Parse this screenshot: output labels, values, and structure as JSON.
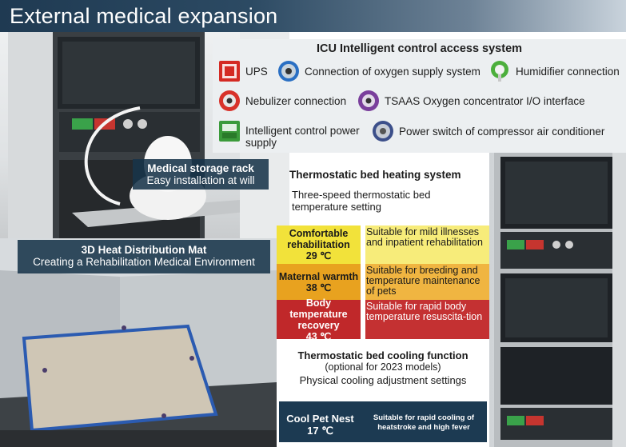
{
  "title": "External medical expansion",
  "icu": {
    "title": "ICU Intelligent control access system",
    "items": [
      {
        "icon": "ups-icon",
        "label": "UPS"
      },
      {
        "icon": "oxygen-supply-icon",
        "label": "Connection of oxygen supply system"
      },
      {
        "icon": "humidifier-icon",
        "label": "Humidifier connection"
      },
      {
        "icon": "nebulizer-icon",
        "label": "Nebulizer connection"
      },
      {
        "icon": "tsaas-icon",
        "label": "TSAAS Oxygen concentrator I/O interface"
      },
      {
        "icon": "power-supply-icon",
        "label": "Intelligent control power supply"
      },
      {
        "icon": "compressor-switch-icon",
        "label": "Power switch of compressor air conditioner"
      }
    ]
  },
  "storage": {
    "title": "Medical storage rack",
    "subtitle": "Easy installation at will"
  },
  "heat_mat": {
    "title": "3D Heat Distribution Mat",
    "subtitle": "Creating a Rehabilitation Medical Environment"
  },
  "heating": {
    "title": "Thermostatic bed heating system",
    "subtitle": "Three-speed thermostatic bed temperature setting",
    "rows": [
      {
        "name": "Comfortable rehabilitation",
        "temp": "29 ℃",
        "desc": "Suitable for mild illnesses and inpatient rehabilitation",
        "name_color": "#f2e23a",
        "desc_color": "#f7ec7a",
        "text_color": "#1a1a1a"
      },
      {
        "name": "Maternal warmth",
        "temp": "38 ℃",
        "desc": "Suitable for breeding and temperature maintenance of pets",
        "name_color": "#e8a21f",
        "desc_color": "#f0b541",
        "text_color": "#1a1a1a"
      },
      {
        "name": "Body temperature recovery",
        "temp": "43 ℃",
        "desc": "Suitable for rapid body temperature resuscita-tion",
        "name_color": "#c0282a",
        "desc_color": "#c43132",
        "text_color": "#ffffff"
      }
    ]
  },
  "cooling": {
    "title": "Thermostatic bed cooling function",
    "note": "(optional for 2023 models)",
    "subtitle": "Physical cooling adjustment settings",
    "box_name": "Cool Pet Nest",
    "box_temp": "17 ℃",
    "box_desc": "Suitable for rapid cooling of heatstroke and high fever"
  }
}
